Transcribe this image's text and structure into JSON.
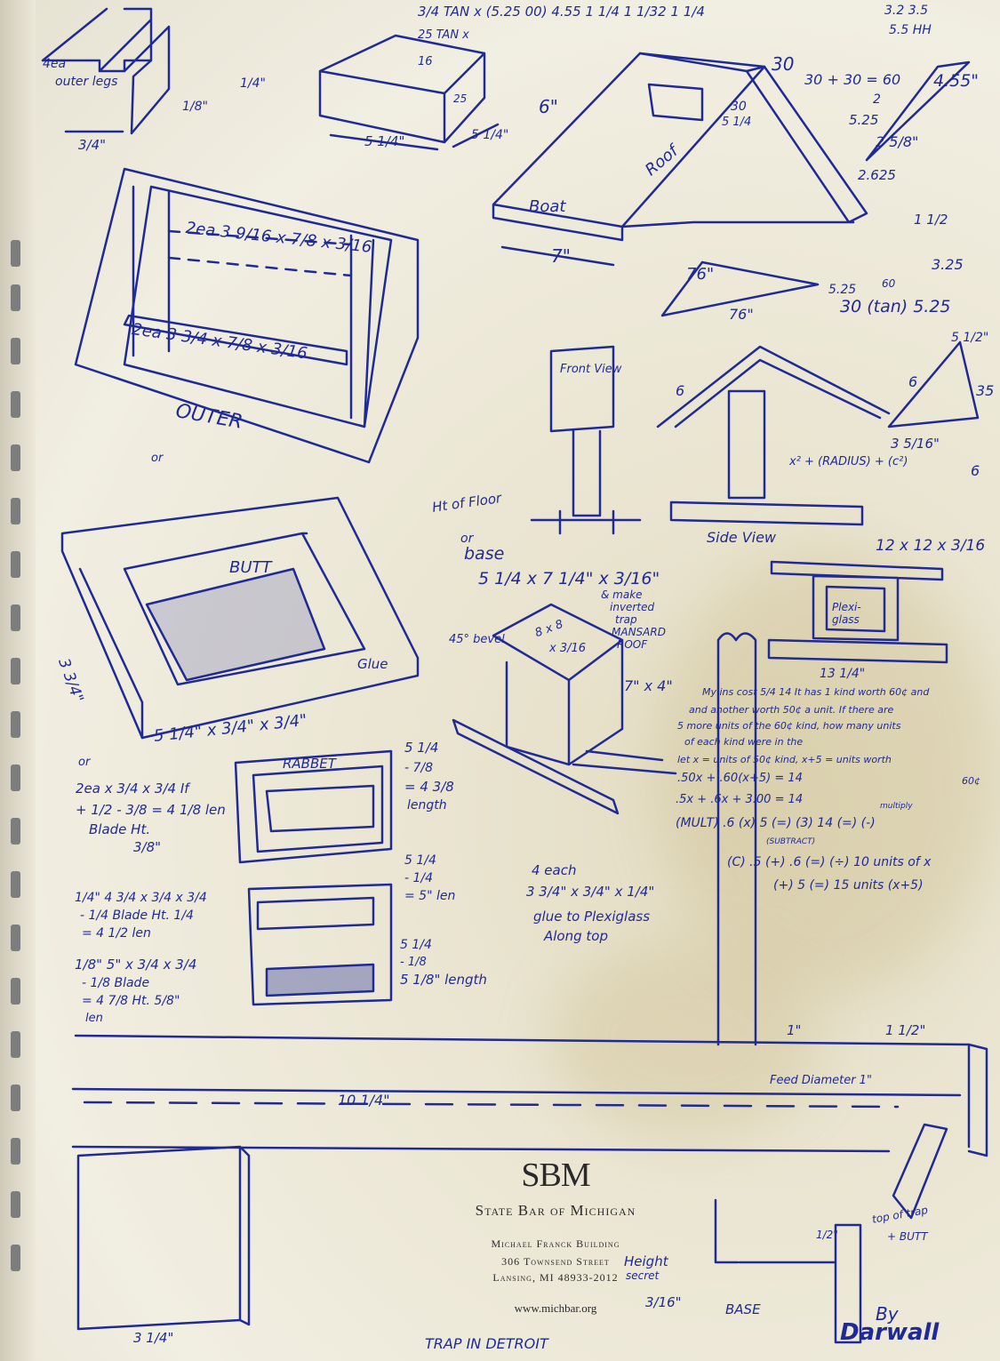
{
  "notes": {
    "top_calc_1": "3/4 TAN x (5.25 00) 4.55 1 1/4 1 1/32 1 1/4",
    "top_calc_2": "25 TAN x",
    "top_right_1": "3.2 3.5",
    "top_right_2": "5.5 HH",
    "four_ea": "4ea",
    "outer_legs": "outer legs",
    "dim_1_4": "1/4\"",
    "dim_1_8": "1/8\"",
    "dim_3_4": "3/4\"",
    "box_5_1_4": "5 1/4\"",
    "box_5_1_4b": "5 1/4\"",
    "box_16": "16",
    "box_25": "25",
    "roof_6": "6\"",
    "roof_7": "7\"",
    "roof_30": "30",
    "roof_30b": "30",
    "roof_5_1_4": "5 1/4",
    "roof_angles": "30 + 30 = 60",
    "roof_boat": "Boat",
    "roof_roof": "Roof",
    "tri_455": "4.55\"",
    "tri_525": "5.25",
    "tri_258": "2 5/8\"",
    "tri_2625": "2.625",
    "tri_2": "2",
    "dim_1_1_2": "1 1/2",
    "dim_325": "3.25",
    "dim_525": "5.25",
    "dim_60": "60",
    "dim_303": "30 (tan) 5.25",
    "dim_5_1_2": "5 1/2\"",
    "dim_76a": "76\"",
    "dim_76b": "76\"",
    "dim_6a": "6",
    "dim_6b": "6",
    "dim_35": "35",
    "dim_3_5_16": "3 5/16\"",
    "dim_6c": "6",
    "xeq": "x² + (RADIUS) + (c²)",
    "ea_top": "2ea 3 9/16 x 7/8 x 3/16",
    "ea_bot": "2ea 3 3/4 x 7/8 x 3/16",
    "outer": "OUTER",
    "or_1": "or",
    "front_view": "Front View",
    "side_view": "Side View",
    "ht_floor": "Ht of Floor",
    "or_2": "or",
    "base": "base",
    "base_dims": "5 1/4 x 7 1/4\" x 3/16\"",
    "dims_12": "12 x 12 x 3/16",
    "plexi": "Plexi-glass",
    "dim_13": "13 1/4\"",
    "butt": "BUTT",
    "glue": "Glue",
    "side_3_3_4": "3 3/4\"",
    "bottom_dims": "5 1/4\" x 3/4\" x 3/4\"",
    "or_3": "or",
    "bevel": "45° bevel",
    "roof_8": "8 x 8",
    "roof_316": "x 3/16",
    "mansard_1": "& make",
    "mansard_2": "inverted",
    "mansard_3": "trap",
    "mansard_4": "MANSARD",
    "mansard_5": "ROOF",
    "size_7x4": "7\" x 4\"",
    "word_1": "My ins cost 5/4 14  It has 1 kind worth 60¢ and",
    "word_2": "and another worth 50¢ a unit. If there are",
    "word_3": "5 more units of the 60¢ kind, how many units",
    "word_4": "of each kind were in the",
    "word_5": "let x = units of 50¢ kind, x+5 = units worth",
    "word_6": "60¢",
    "word_7": ".50x + .60(x+5) = 14",
    "word_8": ".5x + .6x + 3.00 = 14",
    "word_9": "(MULT) .6 (x) 5 (=) (3) 14 (=) (-)",
    "word_10": "(SUBTRACT)",
    "word_11": "(C) .5 (+) .6 (=) (÷) 10 units of x",
    "word_12": "(+) 5 (=) 15 units (x+5)",
    "minus": "multiply",
    "rabbet": "RABBET",
    "r_5_1_4": "5 1/4",
    "r_m78": "- 7/8",
    "r_438": "= 4 3/8",
    "r_len": "length",
    "calc_a1": "2ea x 3/4 x 3/4 If",
    "calc_a2": "+ 1/2 - 3/8 = 4 1/8 len",
    "calc_a3": "Blade Ht.",
    "calc_a4": "3/8\"",
    "calc_b1": "1/4\"  4 3/4 x 3/4 x 3/4",
    "calc_b2": "- 1/4    Blade Ht. 1/4",
    "calc_b3": "= 4 1/2 len",
    "calc_c1": "1/8\"  5\" x 3/4 x 3/4",
    "calc_c2": "- 1/8    Blade",
    "calc_c3": "= 4 7/8   Ht. 5/8\"",
    "calc_c4": "len",
    "mid_5_1_4": "5 1/4",
    "mid_m14": "- 1/4",
    "mid_5len": "= 5\" len",
    "each_1": "4 each",
    "each_2": "3 3/4\" x 3/4\" x 1/4\"",
    "each_3": "glue to Plexiglass",
    "each_4": "Along top",
    "len_5_1_4": "5 1/4",
    "len_m18": "- 1/8",
    "len_518": "5 1/8\" length",
    "feed": "Feed Diameter 1\"",
    "dim_1in": "1\"",
    "dim_1_1_2b": "1 1/2\"",
    "dim_10_1_4": "10 1/4\"",
    "sq_3_1_4": "3 1/4\"",
    "top_trap": "top of trap",
    "and_butt": "+ BUTT",
    "height": "Height",
    "secret": "secret",
    "dim_3_16": "3/16\"",
    "dim_1_2": "1/2\"",
    "base_word": "BASE",
    "trap_detroit": "TRAP IN DETROIT",
    "by": "By",
    "darwall": "Darwall"
  },
  "sbm": {
    "logo": "SBM",
    "name": "State Bar of Michigan",
    "building": "Michael Franck Building",
    "street": "306 Townsend Street",
    "city": "Lansing, MI 48933-2012",
    "url": "www.michbar.org"
  },
  "colors": {
    "ink": "#1f2a94",
    "paper": "#ebe6d3",
    "binding": "#7d7d7d"
  }
}
